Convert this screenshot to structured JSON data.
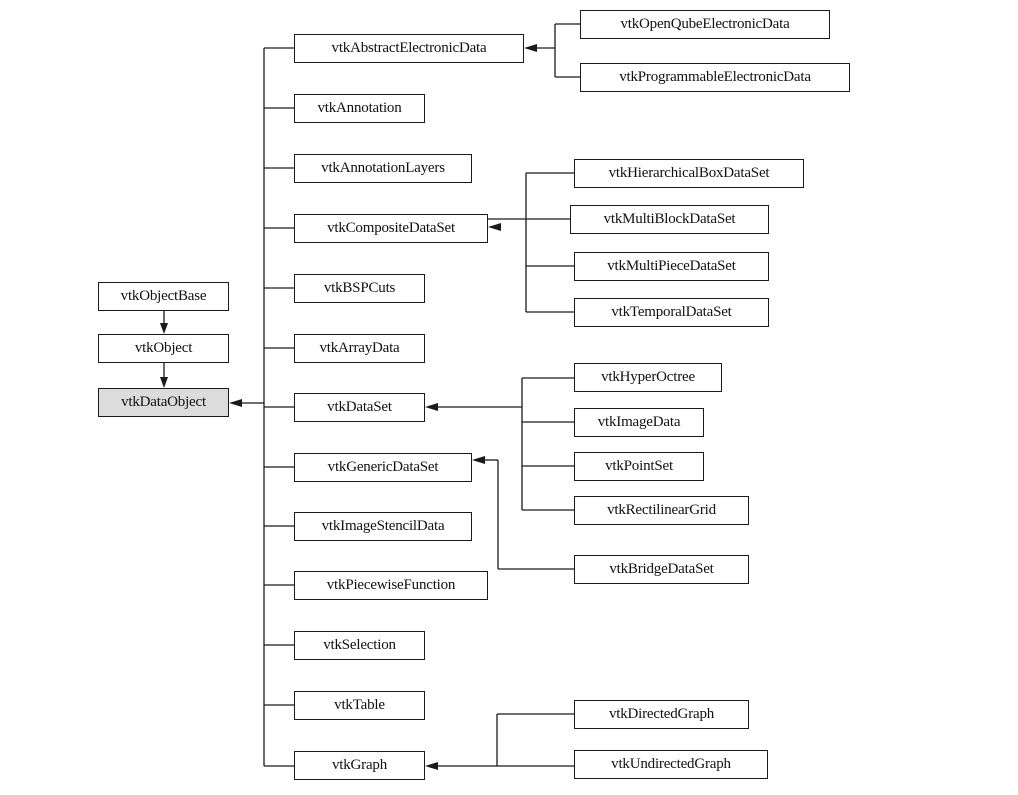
{
  "nodes": {
    "vtkObjectBase": "vtkObjectBase",
    "vtkObject": "vtkObject",
    "vtkDataObject": "vtkDataObject",
    "vtkAbstractElectronicData": "vtkAbstractElectronicData",
    "vtkAnnotation": "vtkAnnotation",
    "vtkAnnotationLayers": "vtkAnnotationLayers",
    "vtkCompositeDataSet": "vtkCompositeDataSet",
    "vtkBSPCuts": "vtkBSPCuts",
    "vtkArrayData": "vtkArrayData",
    "vtkDataSet": "vtkDataSet",
    "vtkGenericDataSet": "vtkGenericDataSet",
    "vtkImageStencilData": "vtkImageStencilData",
    "vtkPiecewiseFunction": "vtkPiecewiseFunction",
    "vtkSelection": "vtkSelection",
    "vtkTable": "vtkTable",
    "vtkGraph": "vtkGraph",
    "vtkOpenQubeElectronicData": "vtkOpenQubeElectronicData",
    "vtkProgrammableElectronicData": "vtkProgrammableElectronicData",
    "vtkHierarchicalBoxDataSet": "vtkHierarchicalBoxDataSet",
    "vtkMultiBlockDataSet": "vtkMultiBlockDataSet",
    "vtkMultiPieceDataSet": "vtkMultiPieceDataSet",
    "vtkTemporalDataSet": "vtkTemporalDataSet",
    "vtkHyperOctree": "vtkHyperOctree",
    "vtkImageData": "vtkImageData",
    "vtkPointSet": "vtkPointSet",
    "vtkRectilinearGrid": "vtkRectilinearGrid",
    "vtkBridgeDataSet": "vtkBridgeDataSet",
    "vtkDirectedGraph": "vtkDirectedGraph",
    "vtkUndirectedGraph": "vtkUndirectedGraph"
  },
  "inheritance": [
    {
      "child": "vtkObject",
      "parent": "vtkObjectBase"
    },
    {
      "child": "vtkDataObject",
      "parent": "vtkObject"
    },
    {
      "child": "vtkAbstractElectronicData",
      "parent": "vtkDataObject"
    },
    {
      "child": "vtkAnnotation",
      "parent": "vtkDataObject"
    },
    {
      "child": "vtkAnnotationLayers",
      "parent": "vtkDataObject"
    },
    {
      "child": "vtkCompositeDataSet",
      "parent": "vtkDataObject"
    },
    {
      "child": "vtkBSPCuts",
      "parent": "vtkDataObject"
    },
    {
      "child": "vtkArrayData",
      "parent": "vtkDataObject"
    },
    {
      "child": "vtkDataSet",
      "parent": "vtkDataObject"
    },
    {
      "child": "vtkGenericDataSet",
      "parent": "vtkDataObject"
    },
    {
      "child": "vtkImageStencilData",
      "parent": "vtkDataObject"
    },
    {
      "child": "vtkPiecewiseFunction",
      "parent": "vtkDataObject"
    },
    {
      "child": "vtkSelection",
      "parent": "vtkDataObject"
    },
    {
      "child": "vtkTable",
      "parent": "vtkDataObject"
    },
    {
      "child": "vtkGraph",
      "parent": "vtkDataObject"
    },
    {
      "child": "vtkOpenQubeElectronicData",
      "parent": "vtkAbstractElectronicData"
    },
    {
      "child": "vtkProgrammableElectronicData",
      "parent": "vtkAbstractElectronicData"
    },
    {
      "child": "vtkHierarchicalBoxDataSet",
      "parent": "vtkCompositeDataSet"
    },
    {
      "child": "vtkMultiBlockDataSet",
      "parent": "vtkCompositeDataSet"
    },
    {
      "child": "vtkMultiPieceDataSet",
      "parent": "vtkCompositeDataSet"
    },
    {
      "child": "vtkTemporalDataSet",
      "parent": "vtkCompositeDataSet"
    },
    {
      "child": "vtkHyperOctree",
      "parent": "vtkDataSet"
    },
    {
      "child": "vtkImageData",
      "parent": "vtkDataSet"
    },
    {
      "child": "vtkPointSet",
      "parent": "vtkDataSet"
    },
    {
      "child": "vtkRectilinearGrid",
      "parent": "vtkDataSet"
    },
    {
      "child": "vtkBridgeDataSet",
      "parent": "vtkGenericDataSet"
    },
    {
      "child": "vtkDirectedGraph",
      "parent": "vtkGraph"
    },
    {
      "child": "vtkUndirectedGraph",
      "parent": "vtkGraph"
    }
  ],
  "highlighted": "vtkDataObject",
  "colors": {
    "stroke": "#1a1a1a",
    "highlight_fill": "#dcdcdc"
  }
}
